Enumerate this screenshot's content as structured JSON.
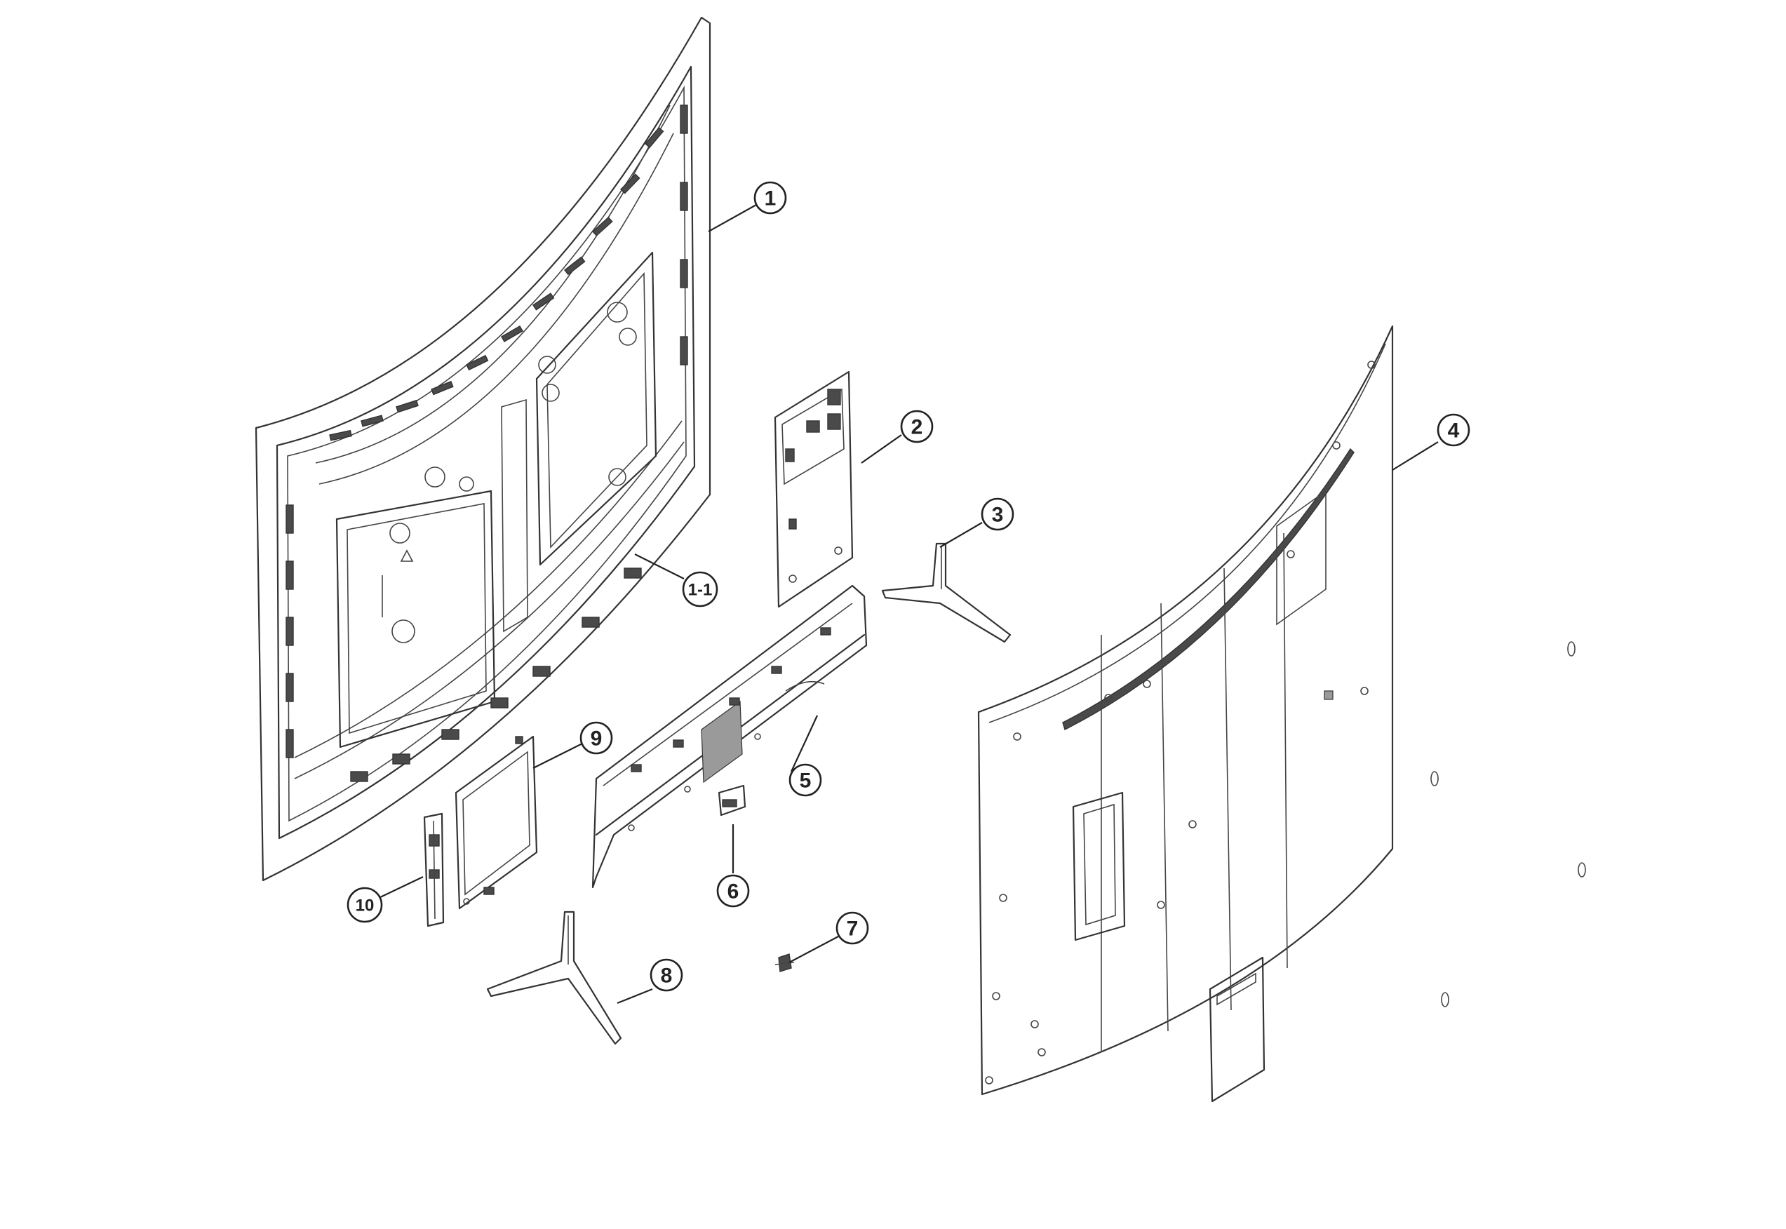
{
  "callouts": {
    "c1": "1",
    "c1_1": "1-1",
    "c2": "2",
    "c3": "3",
    "c4": "4",
    "c5": "5",
    "c6": "6",
    "c7": "7",
    "c8": "8",
    "c9": "9",
    "c10": "10"
  }
}
